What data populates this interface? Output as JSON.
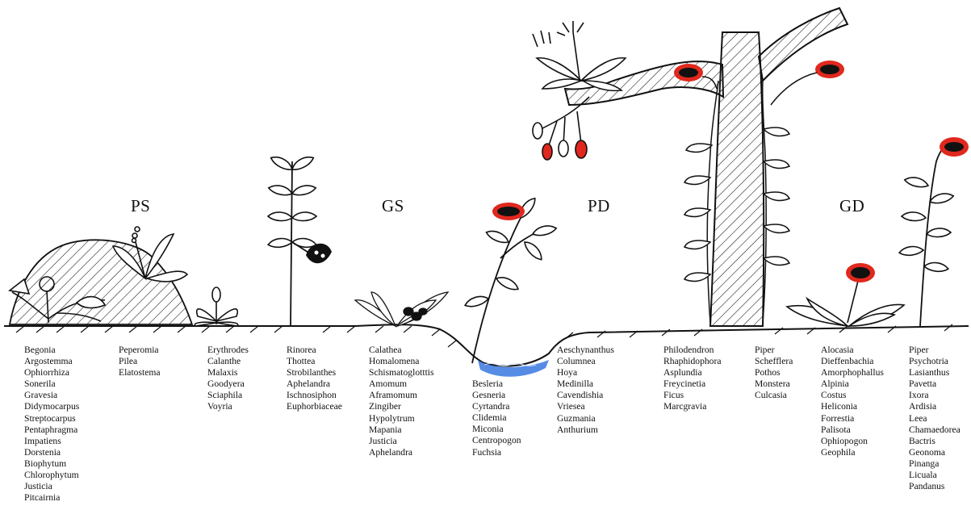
{
  "zones": {
    "ps": "PS",
    "gs": "GS",
    "pd": "PD",
    "gd": "GD"
  },
  "columns": {
    "c1": [
      "Begonia",
      "Argostemma",
      "Ophiorrhiza",
      "Sonerila",
      "Gravesia",
      "Didymocarpus",
      "Streptocarpus",
      "Pentaphragma",
      "Impatiens",
      "Dorstenia",
      "Biophytum",
      "Chlorophytum",
      "Justicia",
      "Pitcairnia"
    ],
    "c2": [
      "Peperomia",
      "Pilea",
      "Elatostema"
    ],
    "c3": [
      "Erythrodes",
      "Calanthe",
      "Malaxis",
      "Goodyera",
      "Sciaphila",
      "Voyria"
    ],
    "c4": [
      "Rinorea",
      "Thottea",
      "Strobilanthes",
      "Aphelandra",
      "Ischnosiphon",
      "Euphorbiaceae"
    ],
    "c5": [
      "Calathea",
      "Homalomena",
      "Schismatoglotttis",
      "Amomum",
      "Aframomum",
      "Zingiber",
      "Hypolytrum",
      "Mapania",
      "Justicia",
      "Aphelandra"
    ],
    "c6": [
      "Besleria",
      "Gesneria",
      "Cyrtandra",
      "Clidemia",
      "Miconia",
      "Centropogon",
      "Fuchsia"
    ],
    "c7": [
      "Aeschynanthus",
      "Columnea",
      "Hoya",
      "Medinilla",
      "Cavendishia",
      "Vriesea",
      "Guzmania",
      "Anthurium"
    ],
    "c8": [
      "Philodendron",
      "Rhaphidophora",
      "Asplundia",
      "Freycinetia",
      "Ficus",
      "Marcgravia"
    ],
    "c9": [
      "Piper",
      "Schefflera",
      "Pothos",
      "Monstera",
      "Culcasia"
    ],
    "c10": [
      "Alocasia",
      "Dieffenbachia",
      "Amorphophallus",
      "Alpinia",
      "Costus",
      "Heliconia",
      "Forrestia",
      "Palisota",
      "Ophiopogon",
      "Geophila"
    ],
    "c11": [
      "Piper",
      "Psychotria",
      "Lasianthus",
      "Pavetta",
      "Ixora",
      "Ardisia",
      "Leea",
      "Chamaedorea",
      "Bactris",
      "Geonoma",
      "Pinanga",
      "Licuala",
      "Pandanus"
    ]
  },
  "colors": {
    "ink": "#111111",
    "fruit": "#e0281e",
    "water": "#3a78e0"
  }
}
